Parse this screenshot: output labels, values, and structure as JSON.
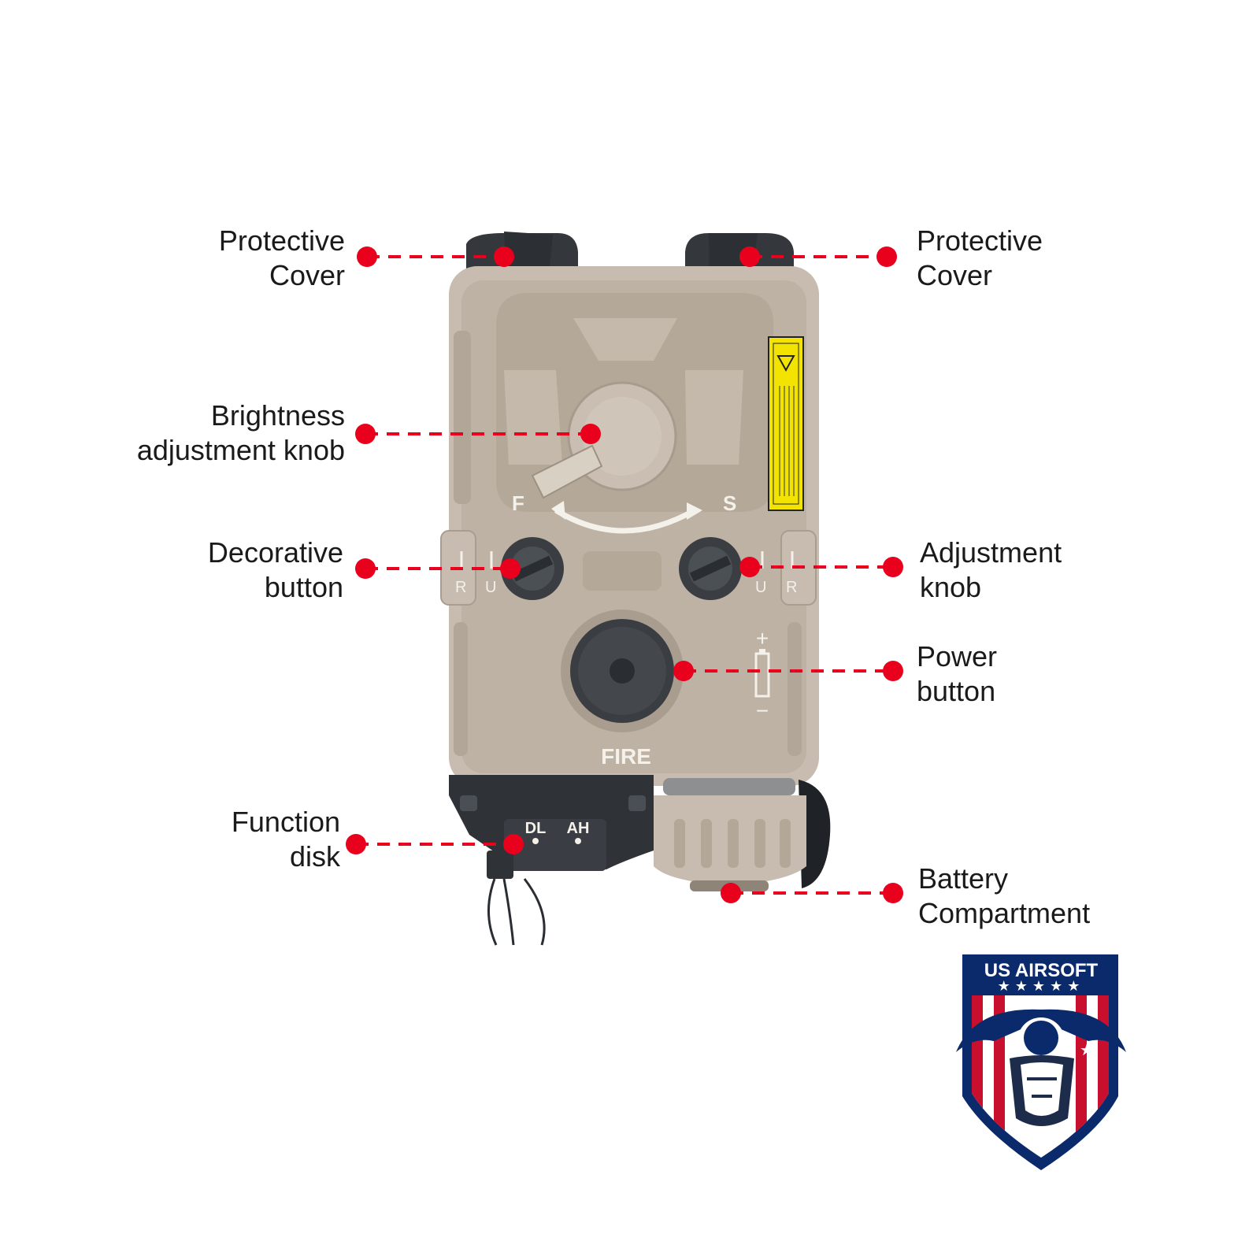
{
  "callouts": [
    {
      "id": "protective-cover-left",
      "lines": [
        "Protective",
        "Cover"
      ]
    },
    {
      "id": "protective-cover-right",
      "lines": [
        "Protective",
        "Cover"
      ]
    },
    {
      "id": "brightness-knob",
      "lines": [
        "Brightness",
        "adjustment knob"
      ]
    },
    {
      "id": "decorative-button",
      "lines": [
        "Decorative",
        "button"
      ]
    },
    {
      "id": "adjustment-knob",
      "lines": [
        "Adjustment",
        "knob"
      ]
    },
    {
      "id": "power-button",
      "lines": [
        "Power",
        "button"
      ]
    },
    {
      "id": "function-disk",
      "lines": [
        "Function",
        "disk"
      ]
    },
    {
      "id": "battery-compartment",
      "lines": [
        "Battery",
        "Compartment"
      ]
    }
  ],
  "device": {
    "dial_left_mark": "F",
    "dial_right_mark": "S",
    "fire_label": "FIRE",
    "left_side_marks": [
      "R",
      "U"
    ],
    "right_side_marks": [
      "U",
      "R"
    ],
    "battery_plus": "+",
    "battery_minus": "−",
    "function_marks": [
      "DL",
      "AH"
    ]
  },
  "logo": {
    "text": "US AIRSOFT"
  },
  "colors": {
    "callout_red": "#e8001c",
    "body_tan": "#c7bcaf",
    "dark_part": "#34383d",
    "warning_yellow": "#f2e400",
    "logo_navy": "#0b2a6b",
    "logo_red": "#c8102e"
  }
}
